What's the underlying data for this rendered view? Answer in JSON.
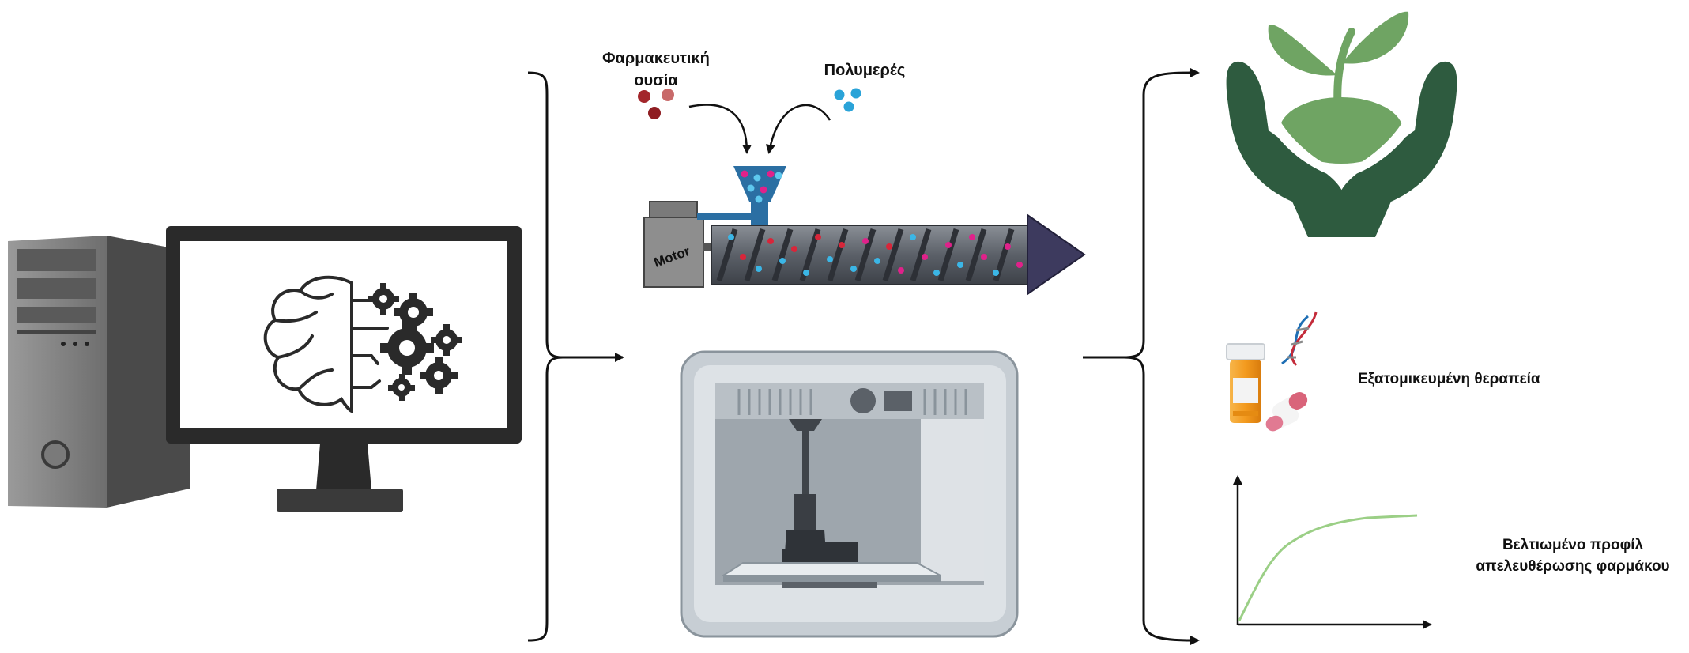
{
  "labels": {
    "drug_line1": "Φαρμακευτική",
    "drug_line2": "ουσία",
    "polymer": "Πολυμερές",
    "motor": "Motor",
    "personalized": "Εξατομικευμένη θεραπεία",
    "release_line1": "Βελτιωμένο προφίλ",
    "release_line2": "απελευθέρωσης φαρμάκου"
  },
  "icons": {
    "computer": "desktop-computer-icon",
    "ai": "brain-gears-icon",
    "extruder": "hot-melt-extruder-icon",
    "printer": "3d-printer-icon",
    "sustainability": "hands-plant-icon",
    "medicine": "pill-bottle-dna-icon",
    "release": "release-curve-icon"
  },
  "colors": {
    "drug_particle": "#a3262b",
    "polymer_particle": "#2aa3d8",
    "hopper_particle": "#e0218a",
    "plant_leaf": "#6fa463",
    "hands": "#2e5b3f",
    "curve": "#9bcf86",
    "pill_bottle": "#f39a1e"
  }
}
